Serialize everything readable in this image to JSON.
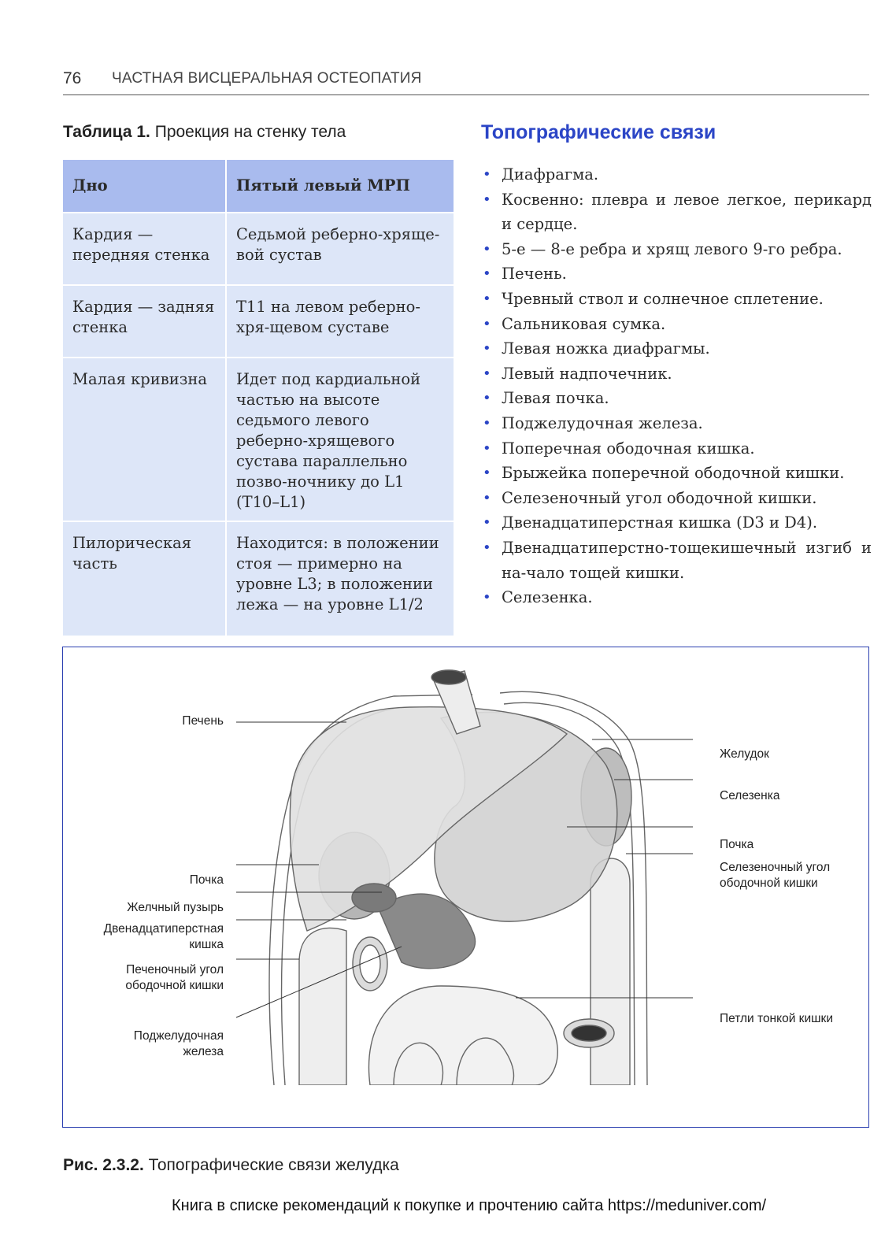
{
  "header": {
    "page_number": "76",
    "running_title": "ЧАСТНАЯ ВИСЦЕРАЛЬНАЯ ОСТЕОПАТИЯ"
  },
  "table": {
    "caption_label": "Таблица 1.",
    "caption_text": " Проекция на стенку тела",
    "header": [
      "Дно",
      "Пятый левый МРП"
    ],
    "rows": [
      [
        "Кардия — передняя стенка",
        "Седьмой реберно-хряще-вой сустав"
      ],
      [
        "Кардия — задняя стенка",
        "T11 на левом реберно-хря-щевом суставе"
      ],
      [
        "Малая кривизна",
        "Идет под кардиальной частью на высоте седьмого левого реберно-хрящевого сустава параллельно позво-ночнику до L1 (T10–L1)"
      ],
      [
        "Пилорическая часть",
        "Находится: в положении стоя — примерно на уровне L3; в положении лежа — на уровне L1/2"
      ]
    ]
  },
  "topo": {
    "heading": "Топографические связи",
    "items": [
      "Диафрагма.",
      "Косвенно: плевра и левое легкое, перикард и сердце.",
      "5-е — 8-е ребра и хрящ левого 9-го ребра.",
      "Печень.",
      "Чревный ствол и солнечное сплетение.",
      "Сальниковая сумка.",
      "Левая ножка диафрагмы.",
      "Левый надпочечник.",
      "Левая почка.",
      "Поджелудочная железа.",
      "Поперечная ободочная кишка.",
      "Брыжейка поперечной ободочной кишки.",
      "Селезеночный угол ободочной кишки.",
      "Двенадцатиперстная кишка (D3 и D4).",
      "Двенадцатиперстно-тощекишечный изгиб и на-чало тощей кишки.",
      "Селезенка."
    ]
  },
  "figure": {
    "labels_left": [
      "Печень",
      "Почка",
      "Желчный пузырь",
      "Двенадцатиперстная кишка",
      "Печеночный угол ободочной кишки",
      "Поджелудочная железа"
    ],
    "labels_right": [
      "Желудок",
      "Селезенка",
      "Почка",
      "Селезеночный угол ободочной кишки",
      "Петли тонкой кишки"
    ],
    "caption_label": "Рис. 2.3.2.",
    "caption_text": " Топографические связи желудка"
  },
  "footer": "Книга в списке рекомендаций к покупке и прочтению сайта https://meduniver.com/",
  "colors": {
    "accent": "#2b45c6",
    "table_header": "#a9bbee",
    "table_body": "#dde6f8"
  }
}
